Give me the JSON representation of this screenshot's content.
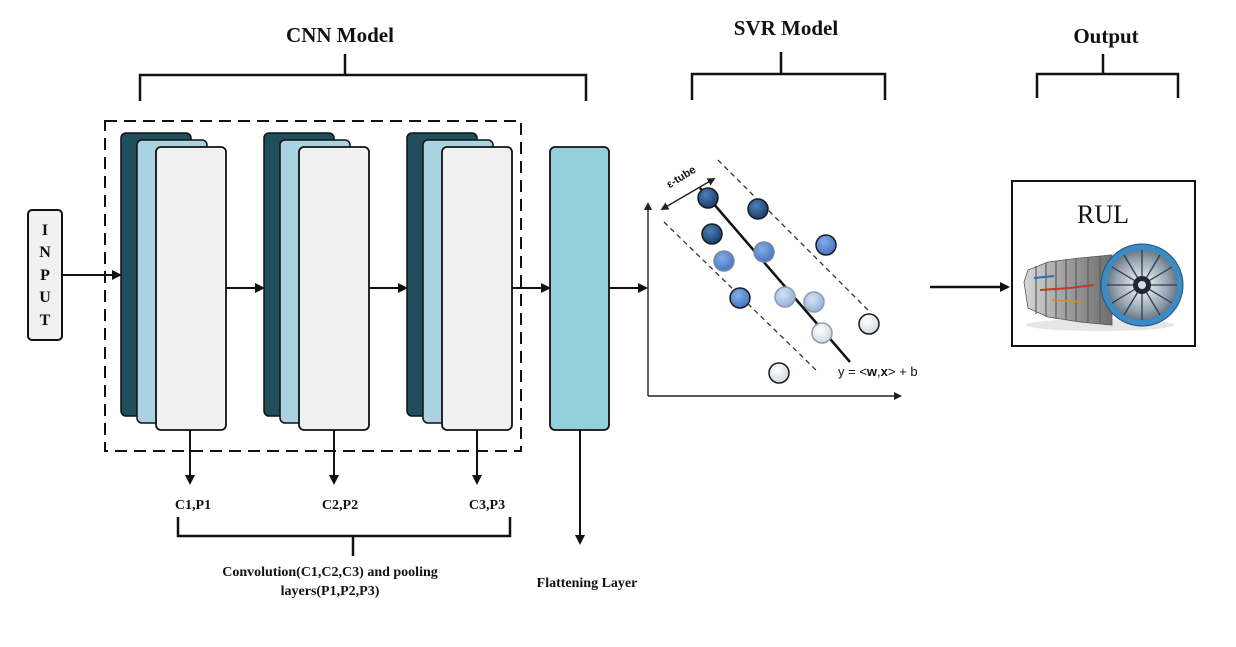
{
  "headings": {
    "cnn": "CNN Model",
    "svr": "SVR Model",
    "output": "Output"
  },
  "input_label": [
    "I",
    "N",
    "P",
    "U",
    "T"
  ],
  "layer_labels": [
    "C1,P1",
    "C2,P2",
    "C3,P3"
  ],
  "conv_pool_caption": [
    "Convolution(C1,C2,C3) and pooling",
    "layers(P1,P2,P3)"
  ],
  "flattening_label": "Flattening Layer",
  "svr_plot": {
    "tube_label": "ε-tube",
    "equation_prefix": "y = <",
    "equation_w": "w",
    "equation_comma": ",",
    "equation_x": "x",
    "equation_suffix": "> + b"
  },
  "output_box_label": "RUL",
  "colors": {
    "dark_layer": "#1f4f5c",
    "mid_layer": "#a9d3e0",
    "front_layer": "#f1f1f1",
    "flatten_layer": "#93cfdd",
    "stroke": "#111111"
  }
}
